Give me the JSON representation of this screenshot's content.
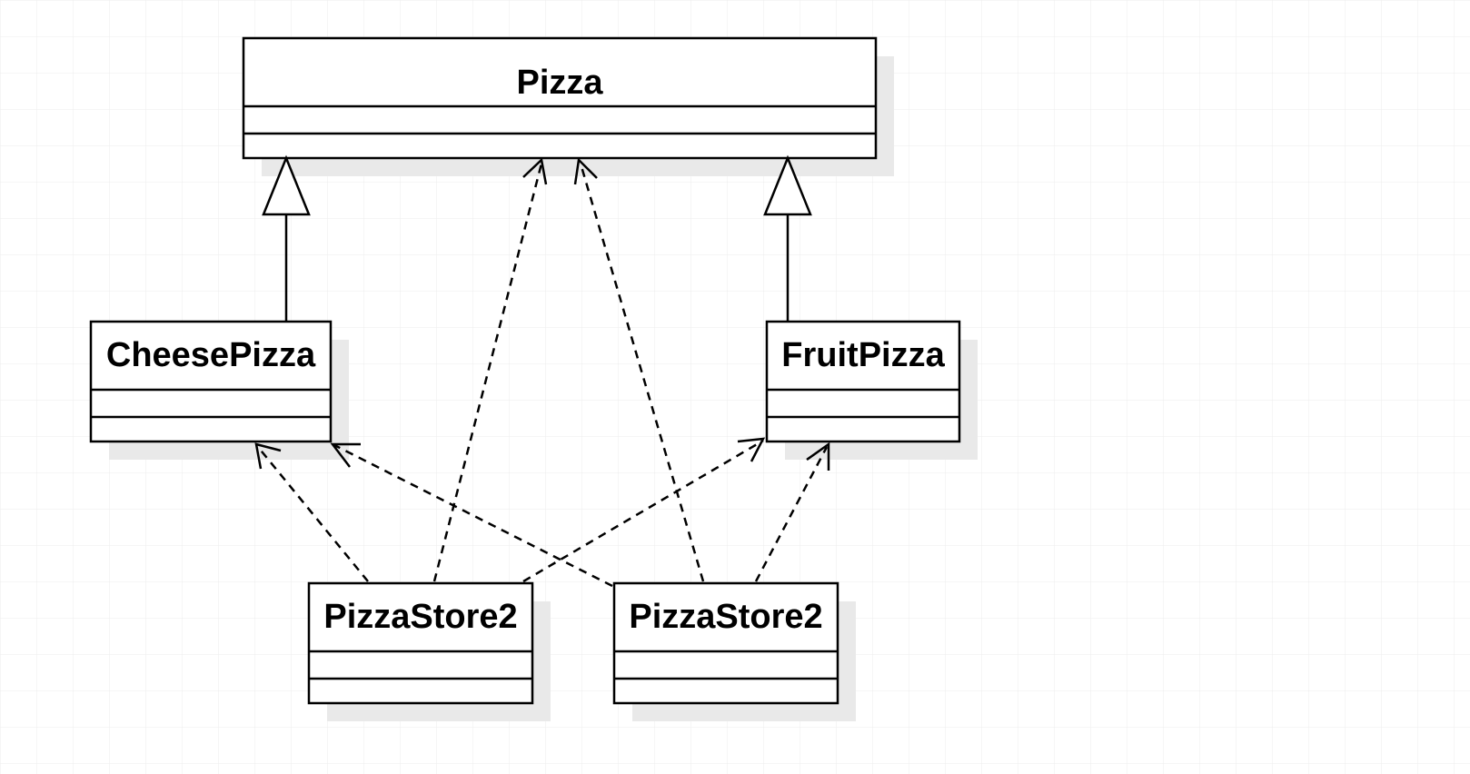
{
  "diagram": {
    "type": "uml-class-diagram",
    "colors": {
      "background": "#ffffff",
      "grid": "#ececec",
      "stroke": "#000000",
      "shadow": "#e9e9e9"
    },
    "classes": {
      "pizza": {
        "name": "Pizza"
      },
      "cheese_pizza": {
        "name": "CheesePizza"
      },
      "fruit_pizza": {
        "name": "FruitPizza"
      },
      "store_a": {
        "name": "PizzaStore2"
      },
      "store_b": {
        "name": "PizzaStore2"
      }
    },
    "relations": [
      {
        "kind": "generalization",
        "from": "CheesePizza",
        "to": "Pizza"
      },
      {
        "kind": "generalization",
        "from": "FruitPizza",
        "to": "Pizza"
      },
      {
        "kind": "dependency",
        "from": "PizzaStore2 (left)",
        "to": "Pizza"
      },
      {
        "kind": "dependency",
        "from": "PizzaStore2 (left)",
        "to": "CheesePizza"
      },
      {
        "kind": "dependency",
        "from": "PizzaStore2 (left)",
        "to": "FruitPizza"
      },
      {
        "kind": "dependency",
        "from": "PizzaStore2 (right)",
        "to": "Pizza"
      },
      {
        "kind": "dependency",
        "from": "PizzaStore2 (right)",
        "to": "CheesePizza"
      },
      {
        "kind": "dependency",
        "from": "PizzaStore2 (right)",
        "to": "FruitPizza"
      }
    ]
  }
}
